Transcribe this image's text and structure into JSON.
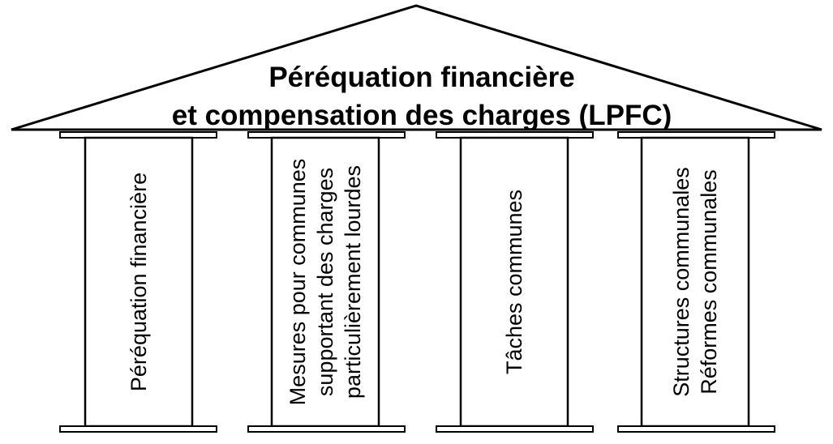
{
  "title": {
    "line1": "Péréquation financière",
    "line2": "et compensation des charges (LPFC)"
  },
  "pillars": [
    {
      "lines": [
        "Péréquation financière"
      ]
    },
    {
      "lines": [
        "Mesures pour communes",
        "supportant des charges",
        "particulièrement lourdes"
      ]
    },
    {
      "lines": [
        "Tâches communes"
      ]
    },
    {
      "lines": [
        "Structures communales",
        "Réformes communales"
      ]
    }
  ]
}
